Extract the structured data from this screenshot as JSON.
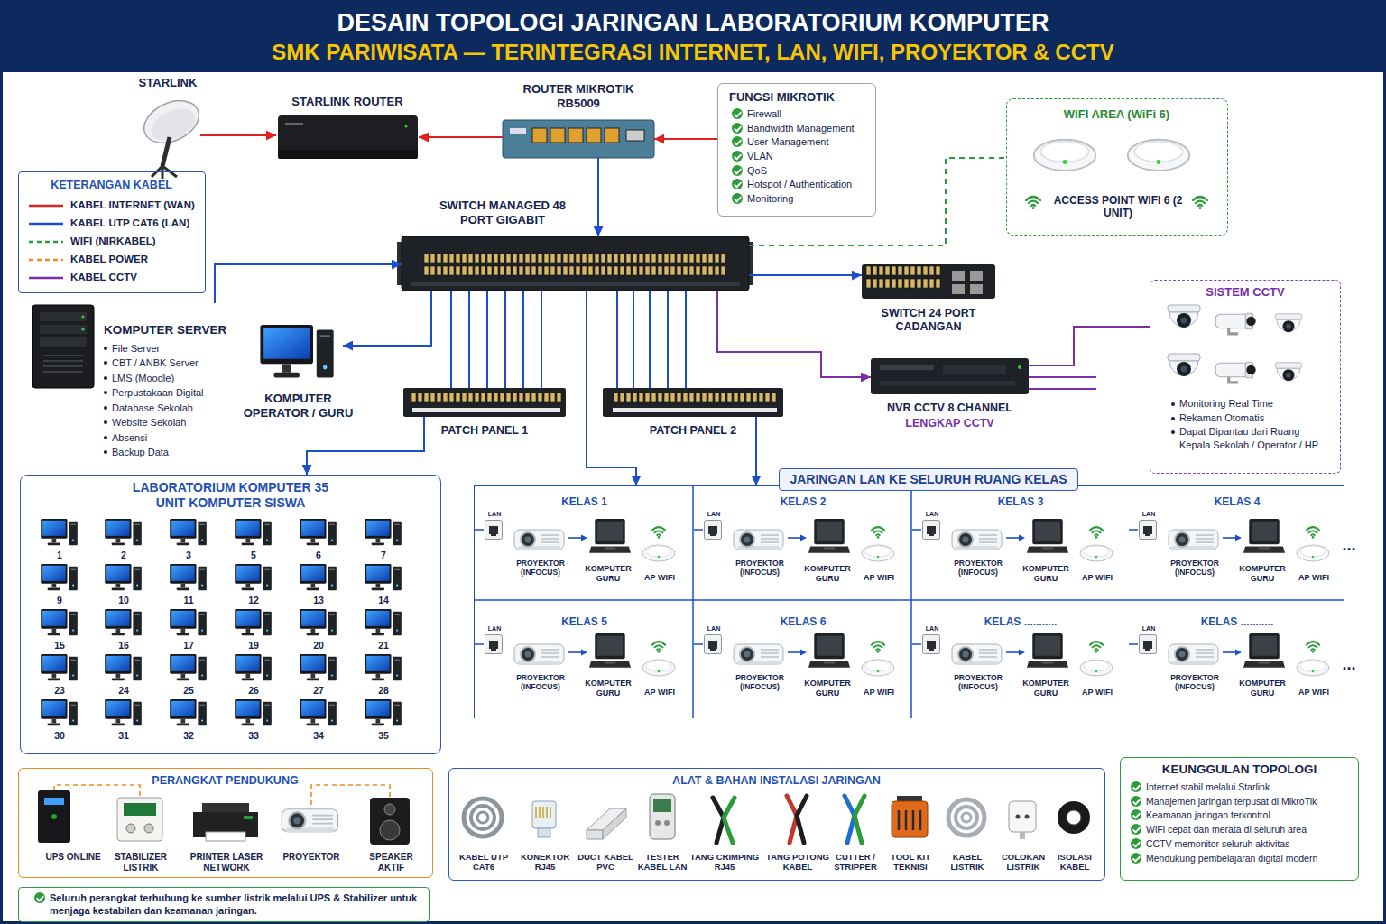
{
  "diagram": {
    "title": "DESAIN TOPOLOGI JARINGAN LABORATORIUM KOMPUTER",
    "nodes": [
      {
        "text": [
          "STARLINK"
        ]
      },
      {
        "text": [
          "STARLINK ROUTER"
        ]
      },
      {
        "text": [
          "ROUTER MIKROTIK RB5009"
        ]
      },
      {
        "text": [
          "FUNGSI MIKROTIK",
          "Firewall",
          "Bandwidth Management",
          "User Management",
          "VLAN",
          "QoS",
          "Hotspot / Authentication",
          "Monitoring"
        ]
      },
      {
        "text": [
          "WIFI AREA (WiFi 6)"
        ]
      },
      {
        "text": [
          "ACCESS POINT WIFI 6 (2 UNIT)"
        ],
        "in": 4
      },
      {
        "text": [
          "KETERANGAN KABEL"
        ]
      },
      {
        "text": [
          "SWITCH MANAGED 48 PORT GIGABIT"
        ]
      },
      {
        "text": [
          "KOMPUTER SERVER",
          "File Server",
          "CBT / ANBK Server",
          "LMS (Moodle)",
          "Perpustakaan Digital",
          "Database Sekolah",
          "Website Sekolah",
          "Absensi",
          "Backup Data"
        ]
      },
      {
        "text": [
          "KOMPUTER OPERATOR / GURU"
        ]
      },
      {
        "text": [
          "SWITCH 24 PORT CADANGAN"
        ]
      },
      {
        "text": [
          "SISTEM CCTV",
          "Monitoring Real Time",
          "Rekaman Otomatis",
          "Dapat Dipantau dari Ruang Kepala Sekolah / Operator / HP"
        ]
      },
      {
        "text": [
          "NVR CCTV 8 CHANNEL",
          "LENGKAP CCTV"
        ]
      },
      {
        "text": [
          "PATCH PANEL 1"
        ]
      },
      {
        "text": [
          "PATCH PANEL 2"
        ]
      },
      {
        "text": [
          "LABORATORIUM KOMPUTER 35 UNIT KOMPUTER SISWA"
        ]
      },
      {
        "text": [
          "JARINGAN LAN KE SELURUH RUANG KELAS"
        ]
      },
      {
        "text": [
          "KELAS 1",
          "LAN",
          "PROYEKTOR (INFOCUS)",
          "KOMPUTER GURU",
          "AP WIFI"
        ],
        "in": 16
      },
      {
        "text": [
          "KELAS 2",
          "LAN",
          "PROYEKTOR (INFOCUS)",
          "KOMPUTER GURU",
          "AP WIFI"
        ],
        "in": 16
      },
      {
        "text": [
          "KELAS 3",
          "LAN",
          "PROYEKTOR (INFOCUS)",
          "KOMPUTER GURU",
          "AP WIFI"
        ],
        "in": 16
      },
      {
        "text": [
          "KELAS 4",
          "LAN",
          "PROYEKTOR (INFOCUS)",
          "KOMPUTER GURU",
          "AP WIFI"
        ],
        "in": 16
      },
      {
        "text": [
          "KELAS 5",
          "LAN",
          "PROYEKTOR (INFOCUS)",
          "KOMPUTER GURU",
          "AP WIFI"
        ],
        "in": 16
      },
      {
        "text": [
          "KELAS 6",
          "LAN",
          "PROYEKTOR (INFOCUS)",
          "KOMPUTER GURU",
          "AP WIFI"
        ],
        "in": 16
      },
      {
        "text": [
          "KELAS ...........",
          "LAN",
          "PROYEKTOR (INFOCUS)",
          "KOMPUTER GURU",
          "AP WIFI"
        ],
        "in": 16
      },
      {
        "text": [
          "KELAS ...........",
          "LAN",
          "PROYEKTOR (INFOCUS)",
          "KOMPUTER GURU",
          "AP WIFI"
        ],
        "in": 16
      },
      {
        "text": [
          "PERANGKAT PENDUKUNG",
          "UPS ONLINE",
          "STABILIZER LISTRIK",
          "PRINTER LASER NETWORK",
          "PROYEKTOR",
          "SPEAKER AKTIF"
        ]
      },
      {
        "text": [
          "Seluruh perangkat terhubung ke sumber listrik melalui UPS & Stabilizer untuk menjaga kestabilan dan keamanan jaringan."
        ]
      },
      {
        "text": [
          "ALAT & BAHAN INSTALASI JARINGAN",
          "KABEL UTP CAT6",
          "KONEKTOR RJ45",
          "DUCT KABEL PVC",
          "TESTER KABEL LAN",
          "TANG CRIMPING RJ45",
          "TANG POTONG KABEL",
          "CUTTER / STRIPPER",
          "TOOL KIT TEKNISI",
          "KABEL LISTRIK",
          "COLOKAN LISTRIK",
          "ISOLASI KABEL"
        ]
      },
      {
        "text": [
          "KEUNGGULAN TOPOLOGI",
          "Internet stabil melalui Starlink",
          "Manajemen jaringan terpusat di MikroTik",
          "Keamanan jaringan terkontrol",
          "WiFi cepat dan merata di seluruh area",
          "CCTV memonitor seluruh aktivitas",
          "Mendukung pembelajaran digital modern"
        ]
      }
    ],
    "edges": [
      {
        "from": 0,
        "to": 1,
        "arrow": "to"
      },
      {
        "from": 2,
        "to": 1,
        "arrow": "to"
      },
      {
        "from": 3,
        "to": 2,
        "arrow": "to"
      },
      {
        "from": 2,
        "to": 7,
        "arrow": "to"
      },
      {
        "from": 7,
        "to": 4,
        "arrow": "none"
      },
      {
        "from": 8,
        "to": 7,
        "arrow": "to"
      },
      {
        "from": 7,
        "to": 9,
        "arrow": "to"
      },
      {
        "from": 7,
        "to": 10,
        "arrow": "to"
      },
      {
        "from": 7,
        "to": 12,
        "arrow": "to"
      },
      {
        "from": 12,
        "to": 11,
        "arrow": "none"
      },
      {
        "from": 7,
        "to": 13,
        "arrow": "none"
      },
      {
        "from": 7,
        "to": 14,
        "arrow": "none"
      },
      {
        "from": 13,
        "to": 15,
        "arrow": "to"
      },
      {
        "from": 7,
        "to": 16,
        "arrow": "to"
      },
      {
        "from": 14,
        "to": 16,
        "arrow": "to"
      }
    ],
    "labels": [
      "SMK PARIWISATA — TERINTEGRASI INTERNET, LAN, WIFI, PROYEKTOR & CCTV",
      "1",
      "2",
      "3",
      "5",
      "6",
      "7",
      "9",
      "10",
      "11",
      "12",
      "13",
      "14",
      "15",
      "16",
      "17",
      "19",
      "20",
      "21",
      "23",
      "24",
      "25",
      "26",
      "27",
      "28",
      "30",
      "31",
      "32",
      "33",
      "34",
      "35",
      "...",
      "..."
    ],
    "legend": [
      {
        "text": "KABEL INTERNET (WAN)"
      },
      {
        "text": "KABEL UTP CAT6 (LAN)"
      },
      {
        "text": "WIFI (NIRKABEL)"
      },
      {
        "text": "KABEL POWER"
      },
      {
        "text": "KABEL CCTV"
      }
    ]
  }
}
